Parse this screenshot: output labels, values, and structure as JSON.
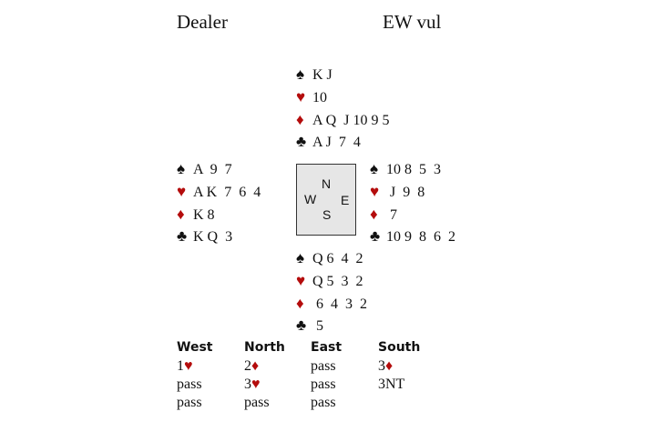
{
  "header": {
    "dealer_label": "Dealer",
    "vulnerability": "EW vul"
  },
  "colors": {
    "red_suit": "#b40c0c",
    "black_suit": "#111111",
    "compass_bg": "#e6e6e6"
  },
  "suit_symbols": {
    "spades": "♠",
    "hearts": "♥",
    "diamonds": "♦",
    "clubs": "♣"
  },
  "hands": {
    "north": {
      "spades": "K J",
      "hearts": "10",
      "diamonds": "A Q  J 10 9 5",
      "clubs": "A J  7  4"
    },
    "west": {
      "spades": "A  9  7",
      "hearts": "A K  7  6  4",
      "diamonds": "K 8",
      "clubs": "K Q  3"
    },
    "east": {
      "spades": "10 8  5  3",
      "hearts": " J  9  8",
      "diamonds": " 7",
      "clubs": "10 9  8  6  2"
    },
    "south": {
      "spades": "Q 6  4  2",
      "hearts": "Q 5  3  2",
      "diamonds": " 6  4  3  2",
      "clubs": " 5"
    }
  },
  "compass": {
    "n": "N",
    "w": "W",
    "e": "E",
    "s": "S"
  },
  "auction": {
    "headers": [
      "West",
      "North",
      "East",
      "South"
    ],
    "rows": [
      [
        {
          "text": "1",
          "suit": "♥"
        },
        {
          "text": "2",
          "suit": "♦"
        },
        {
          "text": "pass",
          "suit": ""
        },
        {
          "text": "3",
          "suit": "♦"
        }
      ],
      [
        {
          "text": "pass",
          "suit": ""
        },
        {
          "text": "3",
          "suit": "♥"
        },
        {
          "text": "pass",
          "suit": ""
        },
        {
          "text": "3NT",
          "suit": ""
        }
      ],
      [
        {
          "text": "pass",
          "suit": ""
        },
        {
          "text": "pass",
          "suit": ""
        },
        {
          "text": "pass",
          "suit": ""
        }
      ]
    ]
  }
}
